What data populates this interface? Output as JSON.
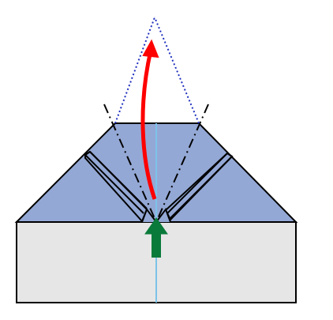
{
  "diagram": {
    "type": "origami-fold-step",
    "colors": {
      "paper_base": "#e6e6e6",
      "paper_colored": "#94a8d5",
      "outline": "#000000",
      "center_line": "#7cc3ea",
      "dotted_guide": "#1f2fbf",
      "fold_arrow": "#ff0000",
      "push_arrow": "#0a7a3a"
    },
    "elements": [
      {
        "name": "base-rectangle",
        "kind": "paper"
      },
      {
        "name": "colored-trapezoid",
        "kind": "paper"
      },
      {
        "name": "left-diagonal-flap",
        "kind": "flap"
      },
      {
        "name": "right-diagonal-flap",
        "kind": "flap"
      },
      {
        "name": "vertical-center-line",
        "kind": "crease"
      },
      {
        "name": "dash-dot-fold-lines",
        "kind": "mountain-fold"
      },
      {
        "name": "dotted-triangle-guide",
        "kind": "guide"
      },
      {
        "name": "red-fold-arrow",
        "kind": "arrow",
        "direction": "up"
      },
      {
        "name": "green-push-arrow",
        "kind": "arrow",
        "direction": "up"
      }
    ]
  }
}
